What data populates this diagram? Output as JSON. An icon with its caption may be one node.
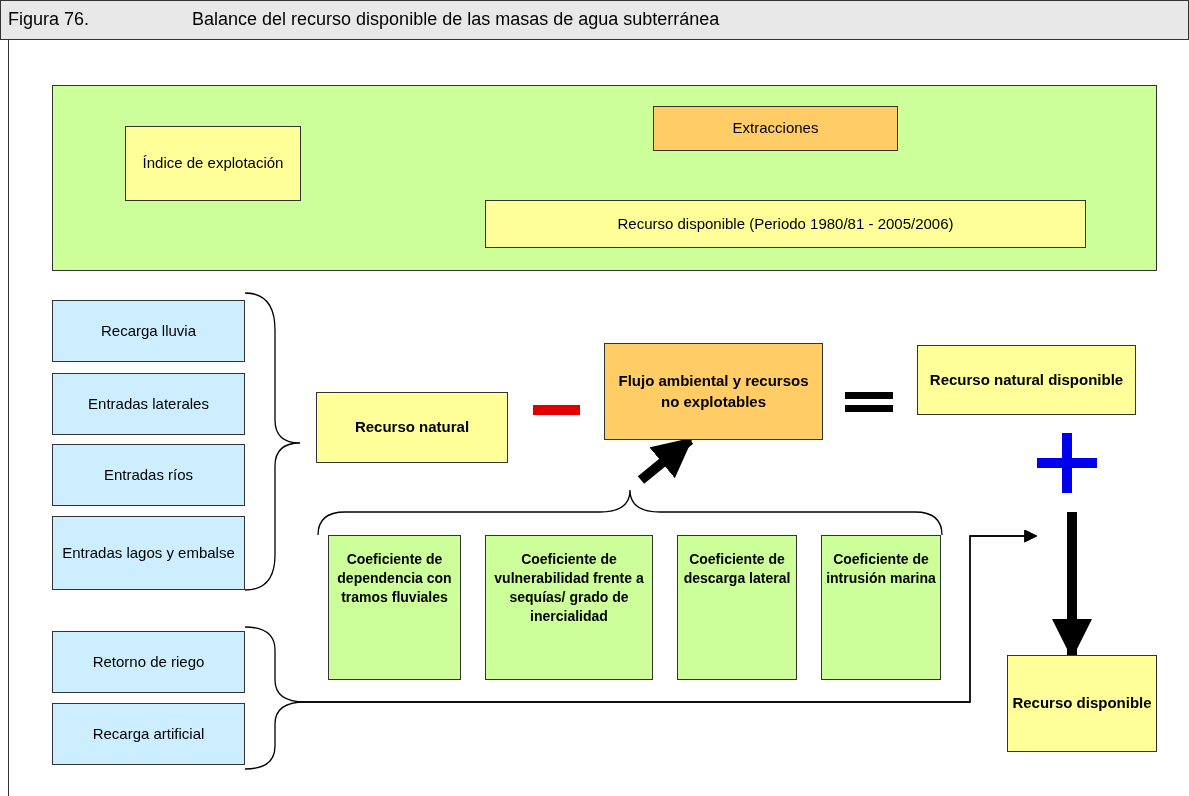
{
  "diagram": {
    "title": "Balance del recurso disponible de las masas de agua subterránea",
    "labels": [
      "Figura 76."
    ],
    "nodes": [
      {
        "text": [],
        "shape": "box"
      },
      {
        "text": [
          "Índice de explotación"
        ],
        "in": 0
      },
      {
        "text": [
          "Extracciones"
        ],
        "in": 0
      },
      {
        "text": [
          "Recurso disponible (Periodo 1980/81 - 2005/2006)"
        ],
        "in": 0
      },
      {
        "text": [
          "Recarga lluvia"
        ]
      },
      {
        "text": [
          "Entradas laterales"
        ]
      },
      {
        "text": [
          "Entradas ríos"
        ]
      },
      {
        "text": [
          "Entradas lagos y embalse"
        ]
      },
      {
        "text": [
          "Retorno de riego"
        ]
      },
      {
        "text": [
          "Recarga artificial"
        ]
      },
      {
        "text": [
          "Recurso natural"
        ]
      },
      {
        "text": [
          "Flujo ambiental y recursos no explotables"
        ]
      },
      {
        "text": [
          "Recurso natural disponible"
        ]
      },
      {
        "text": [
          "Coeficiente de dependencia con tramos fluviales"
        ]
      },
      {
        "text": [
          "Coeficiente de vulnerabilidad frente a sequías/ grado de inercialidad"
        ]
      },
      {
        "text": [
          "Coeficiente de descarga lateral"
        ]
      },
      {
        "text": [
          "Coeficiente de intrusión marina"
        ]
      },
      {
        "text": [
          "Recurso disponible"
        ]
      }
    ],
    "edges": [
      {
        "from": null,
        "to": 11,
        "arrow": "to",
        "style": "thick"
      },
      {
        "from": 8,
        "to": null,
        "arrow": "to"
      },
      {
        "from": 9,
        "to": null,
        "arrow": "to"
      },
      {
        "from": null,
        "to": 17,
        "arrow": "to",
        "style": "thick"
      }
    ]
  }
}
